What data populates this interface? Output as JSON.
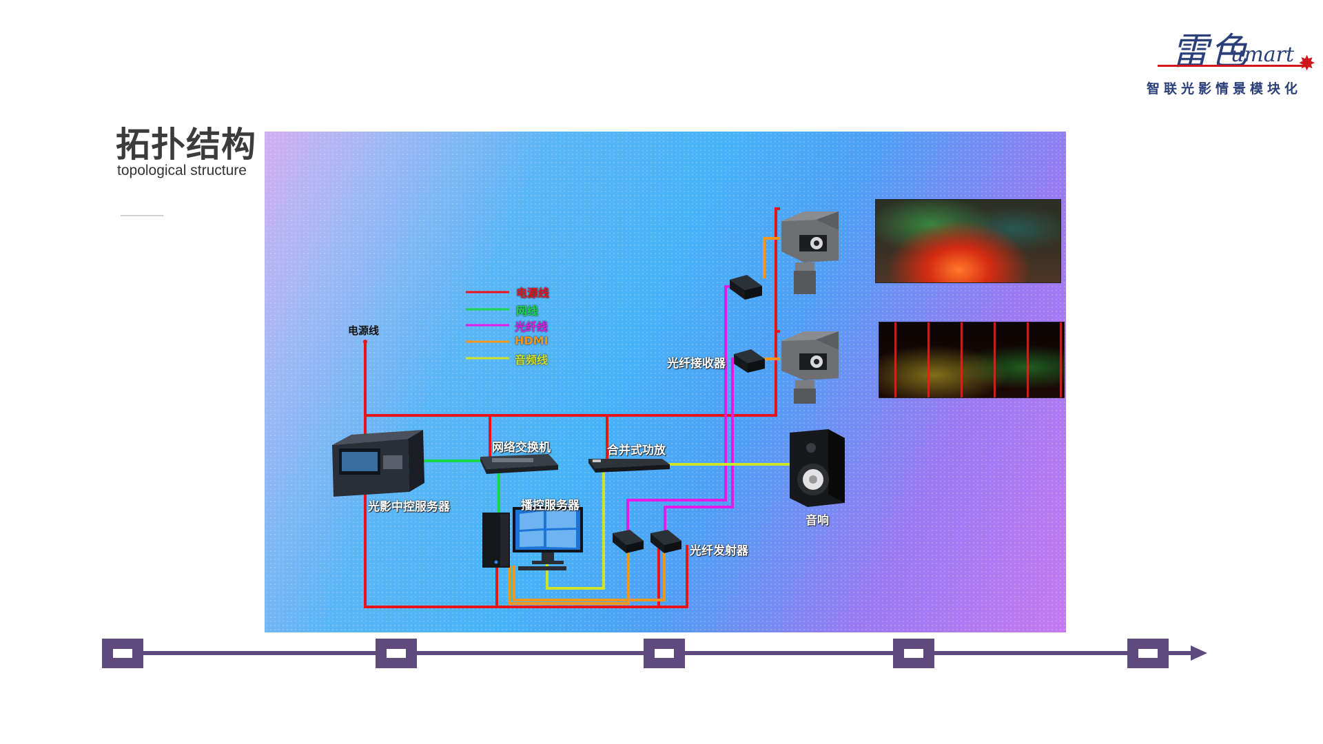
{
  "logo": {
    "mark": "雷色",
    "latin": "umart",
    "slogan": "智联光影情景模块化",
    "colors": {
      "brand": "#2a3f7a",
      "accent": "#d0161b"
    }
  },
  "heading": {
    "title_zh": "拓扑结构",
    "title_en": "topological structure"
  },
  "legend": {
    "items": [
      {
        "label": "电源线",
        "color": "#e8141c"
      },
      {
        "label": "网线",
        "color": "#18d84a"
      },
      {
        "label": "光纤线",
        "color": "#e21ce6"
      },
      {
        "label": "HDMI",
        "color": "#f2961c"
      },
      {
        "label": "音频线",
        "color": "#cfe32a"
      }
    ]
  },
  "diagram": {
    "power_label": "电源线",
    "devices": {
      "central_server": "光影中控服务器",
      "switch": "网络交换机",
      "amplifier": "合并式功放",
      "playback_server": "播控服务器",
      "fiber_transmitter": "光纤发射器",
      "fiber_receiver": "光纤接收器",
      "speaker": "音响"
    },
    "icons": [
      "power-label",
      "server-rack-icon",
      "network-switch-icon",
      "amplifier-icon",
      "pc-tower-icon",
      "monitor-icon",
      "fiber-transmitter-icon",
      "fiber-receiver-icon",
      "projector-icon",
      "speaker-icon"
    ]
  },
  "timeline": {
    "color": "#5e4a7c",
    "nodes": 5,
    "arrow": "right"
  }
}
